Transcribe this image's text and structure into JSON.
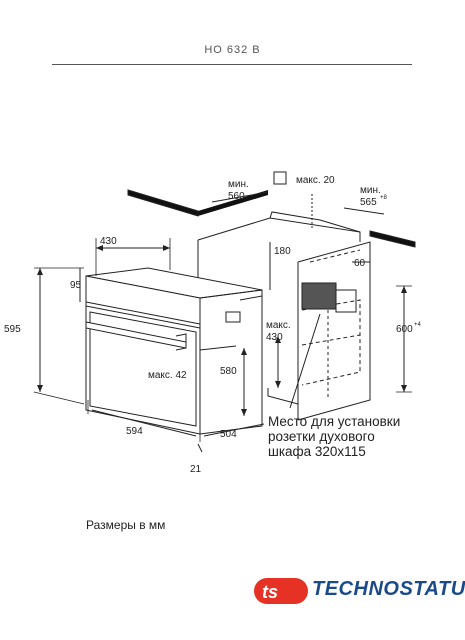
{
  "header": {
    "model": "HO 632 B"
  },
  "dimensions": {
    "min_560_label": "мин.",
    "min_560_value": "560",
    "max_20": "макс. 20",
    "min_565_label": "мин.",
    "min_565_value": "565",
    "min_565_tol": "+8",
    "d430_top": "430",
    "d180": "180",
    "d60": "60",
    "d95": "95",
    "d595": "595",
    "d600": "600",
    "d600_tol": "+4",
    "max430_label": "макс.",
    "max430_value": "430",
    "max42": "макс. 42",
    "d580": "580",
    "d594": "594",
    "d504": "504",
    "d21": "21"
  },
  "note": {
    "line1": "Место для установки",
    "line2": "розетки духового",
    "line3": "шкафа 320x115"
  },
  "units_text": "Размеры в мм",
  "logo": {
    "brand": "TECHNOSTATUS",
    "mark_color": "#e63225",
    "brand_color": "#1a4a8a"
  }
}
